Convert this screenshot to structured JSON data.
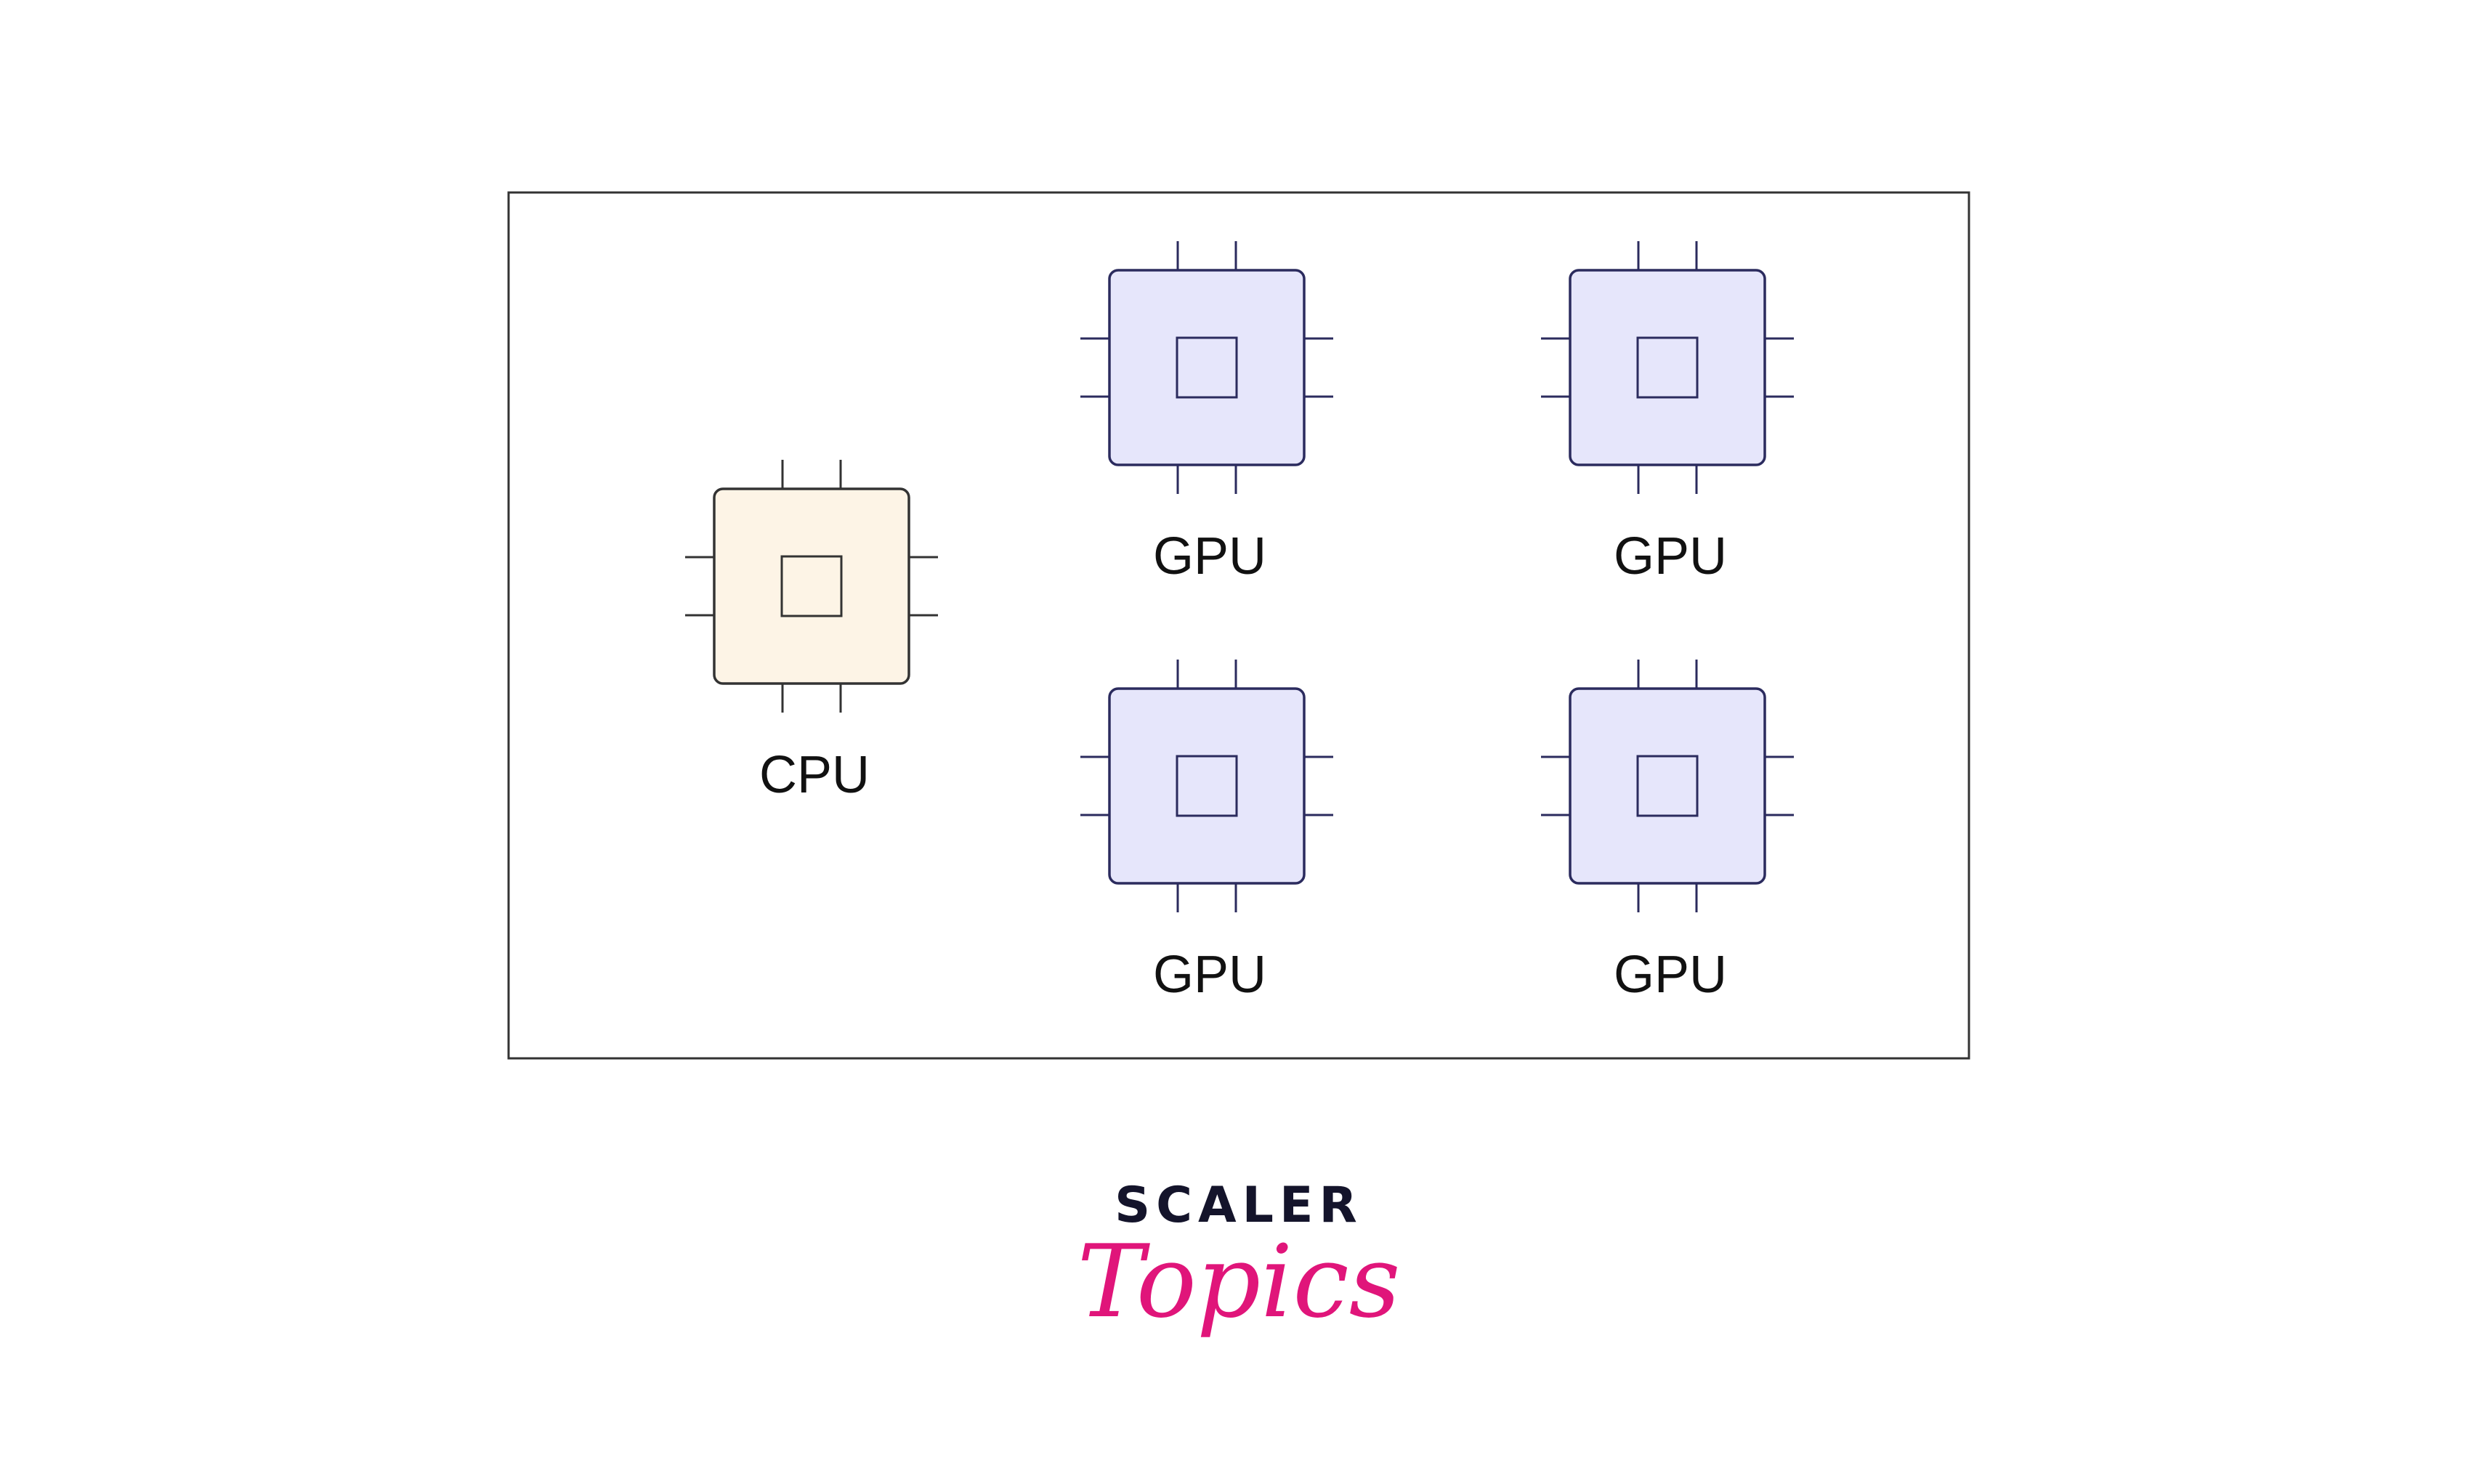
{
  "colors": {
    "frame_stroke": "#333333",
    "cpu_fill": "#fdf4e6",
    "cpu_stroke": "#333333",
    "gpu_fill": "#e6e6fb",
    "gpu_stroke": "#2b2b5e",
    "label_text": "#111111",
    "logo_dark": "#14142b",
    "logo_pink": "#e0157a"
  },
  "chips": [
    {
      "type": "cpu",
      "label": "CPU"
    },
    {
      "type": "gpu",
      "label": "GPU"
    },
    {
      "type": "gpu",
      "label": "GPU"
    },
    {
      "type": "gpu",
      "label": "GPU"
    },
    {
      "type": "gpu",
      "label": "GPU"
    }
  ],
  "logo": {
    "line1": "SCALER",
    "line2": "Topics"
  }
}
